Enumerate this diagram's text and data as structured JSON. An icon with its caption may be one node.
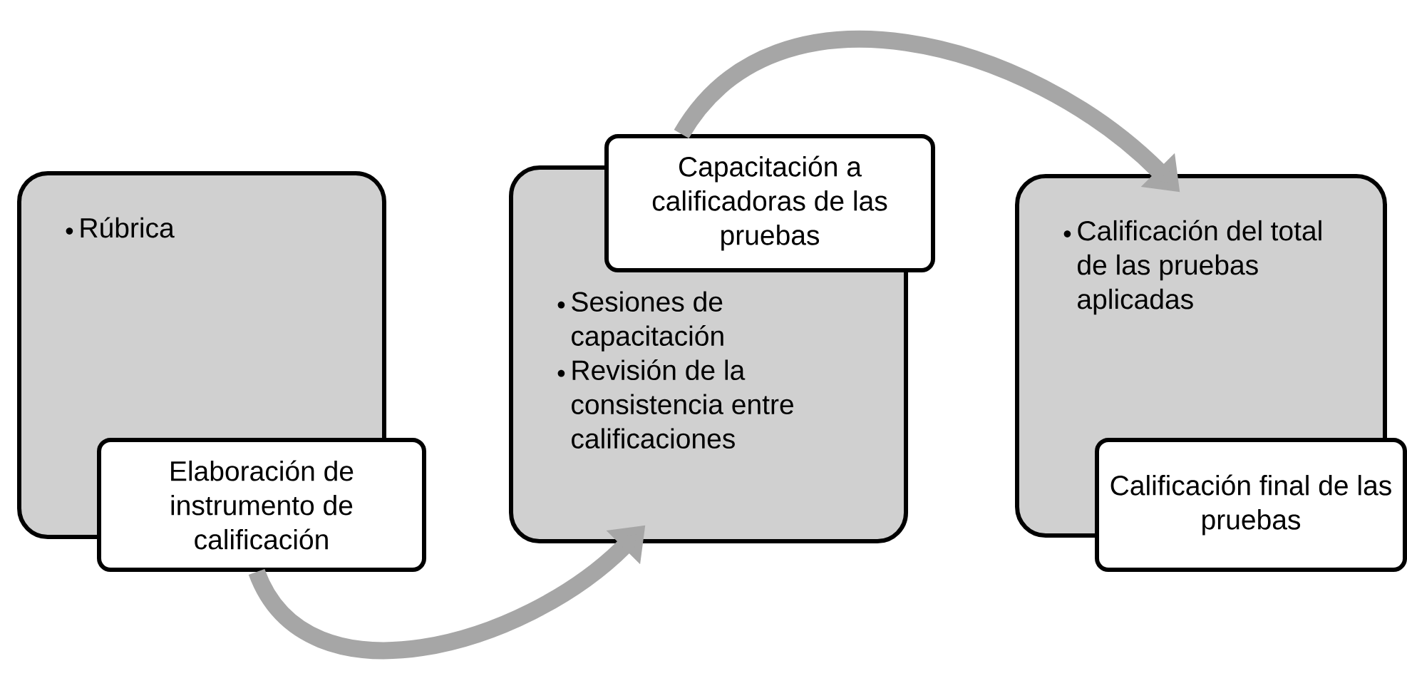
{
  "diagram": {
    "nodes": [
      {
        "text": [
          "Rúbrica"
        ]
      },
      {
        "text": [
          "Elaboración de instrumento de calificación"
        ]
      },
      {
        "text": [
          "Sesiones de capacitación",
          "Revisión de la consistencia entre calificaciones"
        ]
      },
      {
        "text": [
          "Capacitación a calificadoras de las pruebas"
        ]
      },
      {
        "text": [
          "Calificación del total de las pruebas aplicadas"
        ]
      },
      {
        "text": [
          "Calificación final de las pruebas"
        ]
      }
    ],
    "edges": [
      {
        "from": 1,
        "to": 2,
        "arrow": "to"
      },
      {
        "from": 3,
        "to": 4,
        "arrow": "to"
      }
    ]
  }
}
